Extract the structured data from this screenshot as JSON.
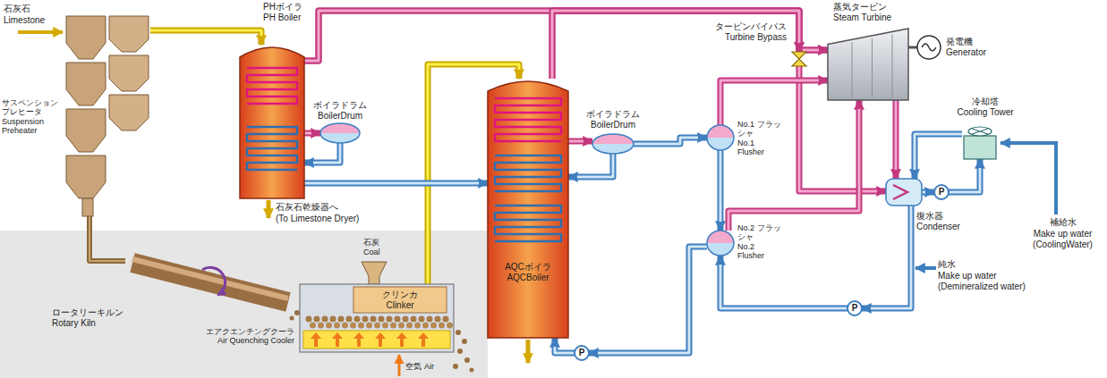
{
  "diagram": {
    "nodes": [
      {
        "text": [
          "サスペンション プレヒータ",
          "Suspension Preheater"
        ]
      },
      {
        "text": [
          "PHボイラ",
          "PH Boiler"
        ]
      },
      {
        "text": [
          "ボイラドラム",
          "BoilerDrum"
        ]
      },
      {
        "text": [
          "ロータリーキルン",
          "Rotary Kiln"
        ]
      },
      {
        "text": [
          "エアクエンチングクーラ",
          "Air Quenching Cooler"
        ]
      },
      {
        "text": [
          "クリンカ",
          "Clinker"
        ],
        "in": 4
      },
      {
        "text": [
          "AQCボイラ",
          "AQCBoiler"
        ]
      },
      {
        "text": [
          "ボイラドラム",
          "BoilerDrum"
        ]
      },
      {
        "text": [
          "タービンバイパス",
          "Turbine Bypass"
        ]
      },
      {
        "text": [
          "No.1 フラッシャ",
          "No.1 Flusher"
        ]
      },
      {
        "text": [
          "No.2 フラッシャ",
          "No.2 Flusher"
        ]
      },
      {
        "text": [
          "蒸気タービン",
          "Steam Turbine"
        ]
      },
      {
        "text": [
          "発電機",
          "Generator"
        ]
      },
      {
        "text": [
          "冷却塔",
          "Cooling Tower"
        ]
      },
      {
        "text": [
          "復水器",
          "Condenser"
        ]
      },
      {
        "text": [
          "P"
        ]
      },
      {
        "text": [
          "P"
        ]
      },
      {
        "text": [
          "P"
        ]
      }
    ],
    "edges": [
      {
        "from": 0,
        "to": 3,
        "arrow": "none"
      },
      {
        "from": 0,
        "to": 1,
        "arrow": "to"
      },
      {
        "from": 4,
        "to": 6,
        "arrow": "to"
      },
      {
        "from": 1,
        "to": 2,
        "arrow": "to"
      },
      {
        "from": 2,
        "to": 1,
        "arrow": "to"
      },
      {
        "from": 1,
        "to": 6,
        "arrow": "to"
      },
      {
        "from": 6,
        "to": 7,
        "arrow": "to"
      },
      {
        "from": 7,
        "to": 6,
        "arrow": "to"
      },
      {
        "from": 1,
        "to": 11,
        "arrow": "to"
      },
      {
        "from": 6,
        "to": 11,
        "arrow": "to"
      },
      {
        "from": 1,
        "to": 8,
        "arrow": "to"
      },
      {
        "from": 6,
        "to": 8,
        "arrow": "to"
      },
      {
        "from": 8,
        "to": 14,
        "arrow": "to"
      },
      {
        "from": 11,
        "to": 14,
        "arrow": "to"
      },
      {
        "from": 7,
        "to": 9,
        "arrow": "to"
      },
      {
        "from": 9,
        "to": 10,
        "arrow": "to"
      },
      {
        "from": 9,
        "to": 11,
        "arrow": "to"
      },
      {
        "from": 10,
        "to": 11,
        "arrow": "to"
      },
      {
        "from": 14,
        "to": 15,
        "arrow": "to"
      },
      {
        "from": 15,
        "to": 13,
        "arrow": "to"
      },
      {
        "from": 13,
        "to": 14,
        "arrow": "to"
      },
      {
        "from": 14,
        "to": 16,
        "arrow": "to"
      },
      {
        "from": 16,
        "to": 10,
        "arrow": "to"
      },
      {
        "from": 10,
        "to": 17,
        "arrow": "to"
      },
      {
        "from": 17,
        "to": 6,
        "arrow": "to"
      },
      {
        "from": 11,
        "to": 12,
        "arrow": "none"
      }
    ],
    "labels": [
      "石灰石",
      "Limestone",
      "石灰石乾燥器へ",
      "(To Limestone Dryer)",
      "石炭",
      "Coal",
      "空気",
      "Air",
      "補給水",
      "Make up water (CoolingWater)",
      "純水",
      "Make up water (Demineralized water)"
    ]
  }
}
